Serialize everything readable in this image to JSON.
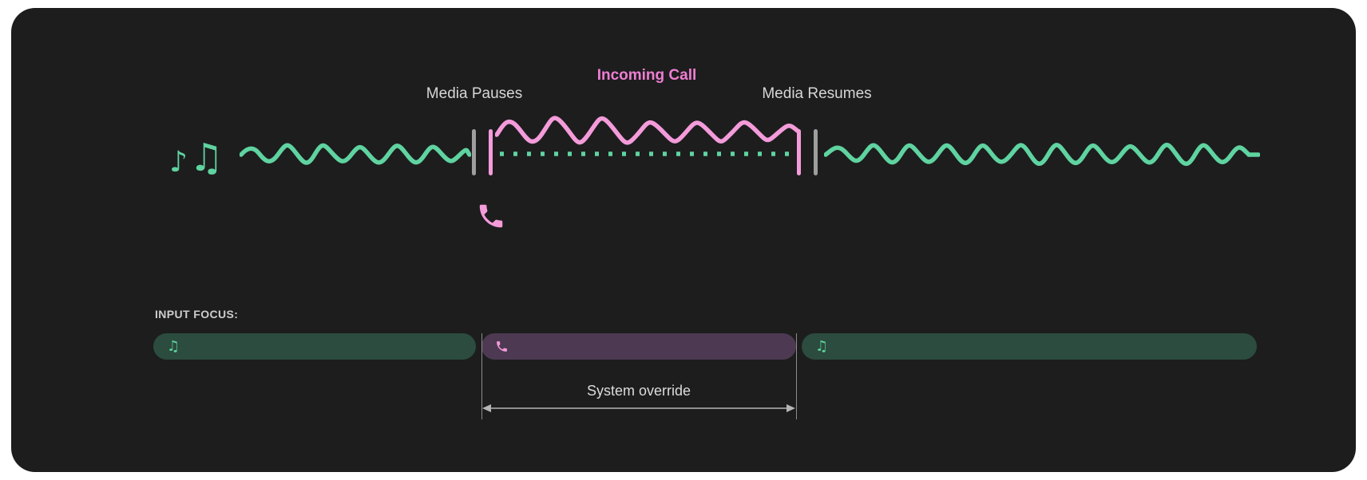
{
  "colors": {
    "page_background": "#ffffff",
    "card_background": "#1d1d1e",
    "media_green": "#5fd3a0",
    "call_pink": "#f49bda",
    "incoming_call_text": "#ee7ed1",
    "timeline_label_gray": "#d6d6d6",
    "marker_gray": "#9e9e9e",
    "focus_media_bar": "#2b4c3e",
    "focus_call_bar": "#4d3a52",
    "override_text": "#dcdcdc",
    "arrow_gray": "#b5b5b5"
  },
  "timeline": {
    "media_pauses": "Media Pauses",
    "incoming_call": "Incoming Call",
    "media_resumes": "Media Resumes"
  },
  "icons": {
    "note_single_glyph": "♪",
    "note_beamed_glyph": "♫",
    "music_icon": "music-notes-icon",
    "phone_icon": "phone-icon"
  },
  "input_focus": {
    "label": "INPUT FOCUS:",
    "system_override": "System override",
    "segments": [
      {
        "name": "media-before-call",
        "type": "media",
        "icon": "music-note-icon"
      },
      {
        "name": "call",
        "type": "call",
        "icon": "phone-icon"
      },
      {
        "name": "media-after-call",
        "type": "media",
        "icon": "music-note-icon"
      }
    ]
  }
}
